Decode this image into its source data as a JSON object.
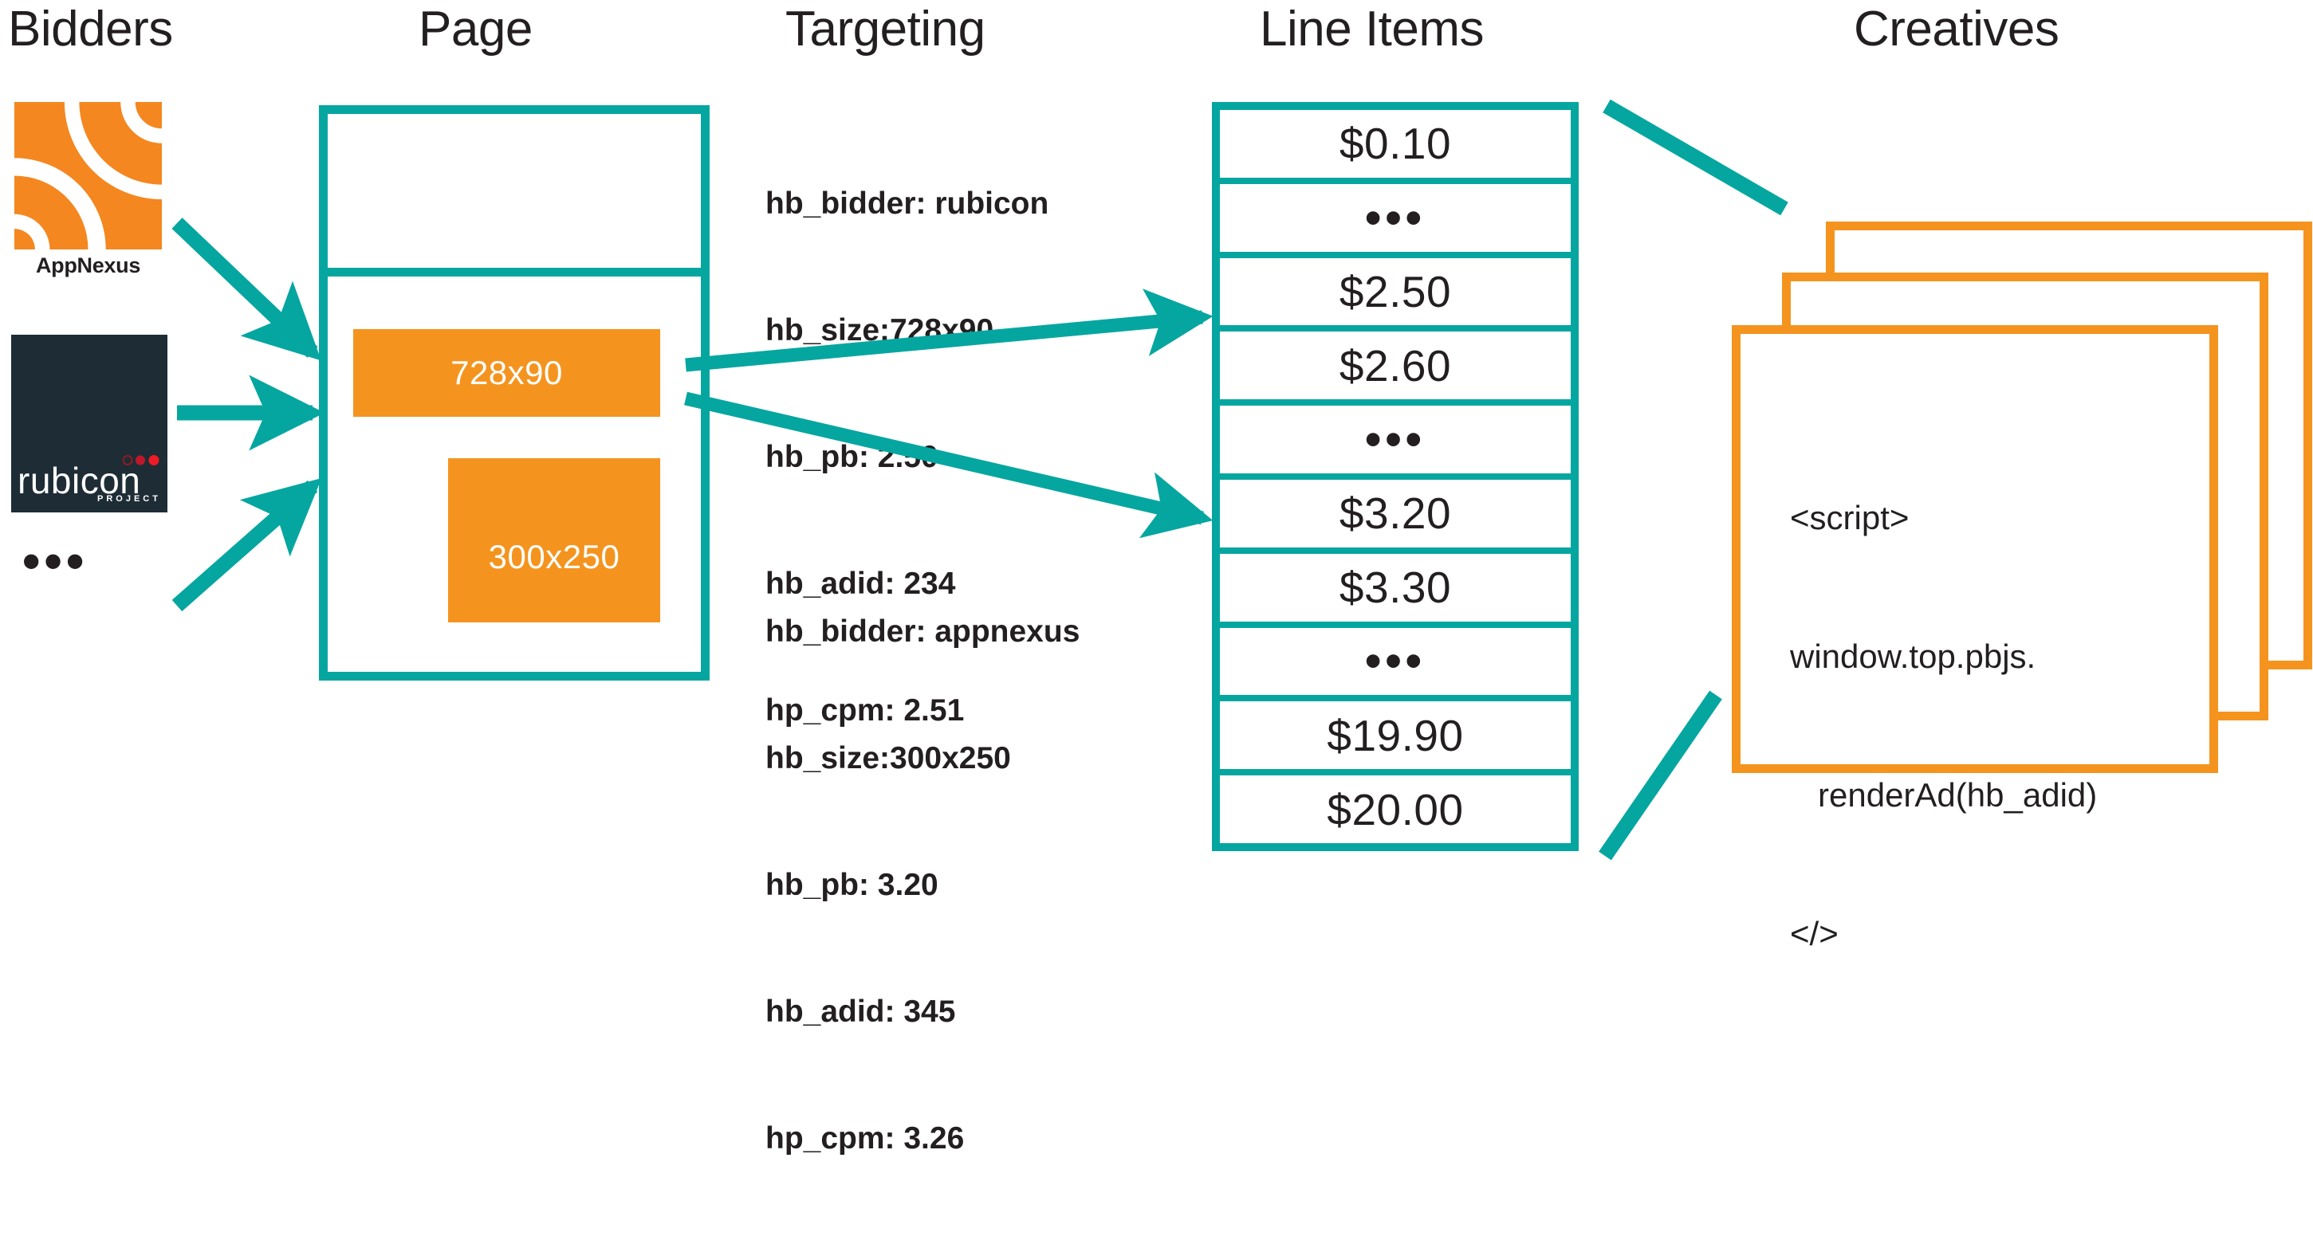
{
  "headers": {
    "bidders": "Bidders",
    "page": "Page",
    "targeting": "Targeting",
    "line_items": "Line Items",
    "creatives": "Creatives"
  },
  "colors": {
    "teal": "#06a6a0",
    "orange": "#f4941f",
    "ink": "#231f20",
    "rubicon_navy": "#1e2c36",
    "rubicon_red": "#e8262a"
  },
  "bidders": {
    "appnexus_label": "AppNexus",
    "rubicon_word": "rubicon",
    "rubicon_sub": "PROJECT",
    "more_indicator": "•••"
  },
  "page": {
    "ad_slots": [
      {
        "label": "728x90"
      },
      {
        "label": "300x250"
      }
    ]
  },
  "targeting": {
    "blocks": [
      {
        "lines": [
          "hb_bidder: rubicon",
          "hb_size:728x90",
          "hb_pb: 2.50",
          "hb_adid: 234",
          "hp_cpm: 2.51"
        ]
      },
      {
        "lines": [
          "hb_bidder: appnexus",
          "hb_size:300x250",
          "hb_pb: 3.20",
          "hb_adid: 345",
          "hp_cpm: 3.26"
        ]
      }
    ]
  },
  "line_items": {
    "rows": [
      {
        "label": "$0.10",
        "is_ellipsis": false
      },
      {
        "label": "•••",
        "is_ellipsis": true
      },
      {
        "label": "$2.50",
        "is_ellipsis": false
      },
      {
        "label": "$2.60",
        "is_ellipsis": false
      },
      {
        "label": "•••",
        "is_ellipsis": true
      },
      {
        "label": "$3.20",
        "is_ellipsis": false
      },
      {
        "label": "$3.30",
        "is_ellipsis": false
      },
      {
        "label": "•••",
        "is_ellipsis": true
      },
      {
        "label": "$19.90",
        "is_ellipsis": false
      },
      {
        "label": "$20.00",
        "is_ellipsis": false
      }
    ]
  },
  "creatives": {
    "code_lines": [
      "<script>",
      "window.top.pbjs.",
      "   renderAd(hb_adid)",
      "</>"
    ]
  }
}
